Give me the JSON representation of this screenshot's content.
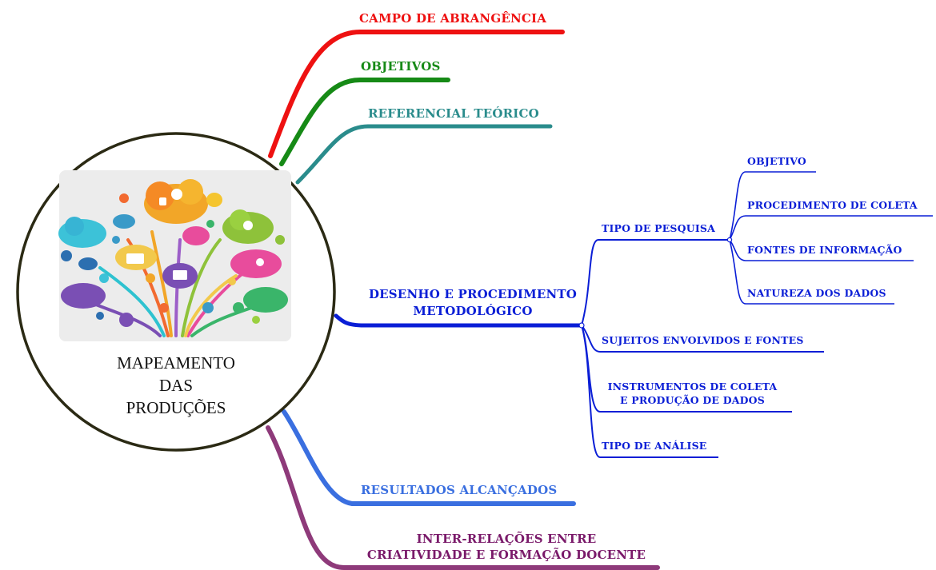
{
  "center": {
    "title_lines": [
      "MAPEAMENTO",
      "DAS",
      "PRODUÇÕES"
    ]
  },
  "branches": [
    {
      "label": "CAMPO DE ABRANGÊNCIA",
      "color": "#ee1111"
    },
    {
      "label": "OBJETIVOS",
      "color": "#168a16"
    },
    {
      "label": "REFERENCIAL TEÓRICO",
      "color": "#2a8c8c"
    },
    {
      "label_lines": [
        "DESENHO E PROCEDIMENTO",
        "METODOLÓGICO"
      ],
      "color": "#0a1ed6"
    },
    {
      "label": "RESULTADOS ALCANÇADOS",
      "color": "#3a6fe0"
    },
    {
      "label_lines": [
        "INTER-RELAÇÕES ENTRE",
        "CRIATIVIDADE E FORMAÇÃO DOCENTE"
      ],
      "color": "#7a1a6a",
      "stroke": "#8e3a7a"
    }
  ],
  "methodology": {
    "color": "#0a1ed6",
    "children": [
      {
        "label": "TIPO DE PESQUISA"
      },
      {
        "label": "SUJEITOS ENVOLVIDOS E FONTES"
      },
      {
        "label_lines": [
          "INSTRUMENTOS DE COLETA",
          "E PRODUÇÃO DE DADOS"
        ]
      },
      {
        "label": "TIPO DE ANÁLISE"
      }
    ],
    "tipo_de_pesquisa_children": [
      {
        "label": "OBJETIVO"
      },
      {
        "label": "PROCEDIMENTO DE COLETA"
      },
      {
        "label": "FONTES DE INFORMAÇÃO"
      },
      {
        "label": "NATUREZA DOS DADOS"
      }
    ]
  },
  "image_icon": "social-media-tree-icon"
}
